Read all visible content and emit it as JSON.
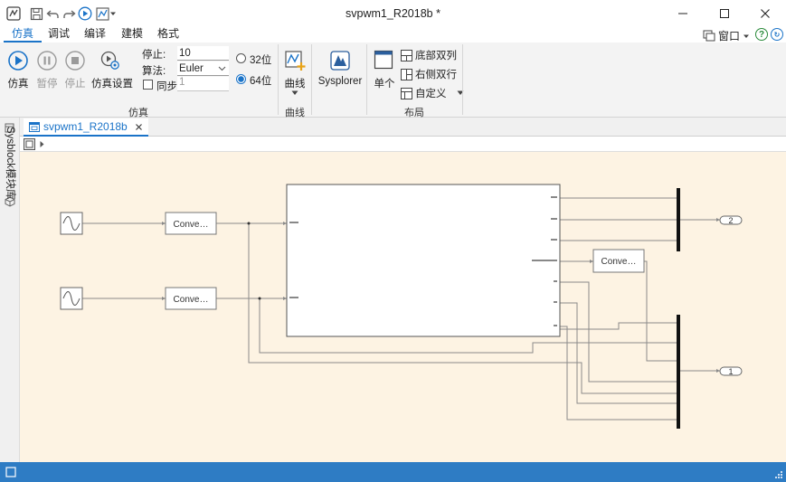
{
  "window": {
    "title": "svpwm1_R2018b *"
  },
  "menu": {
    "tabs": [
      "仿真",
      "调试",
      "编译",
      "建模",
      "格式"
    ],
    "window_label": "窗口"
  },
  "ribbon": {
    "simulate_group": {
      "label": "仿真",
      "simulate": "仿真",
      "pause": "暂停",
      "stop": "停止",
      "settings": "仿真设置",
      "stop_time_label": "停止:",
      "stop_time_value": "10",
      "algorithm_label": "算法:",
      "algorithm_value": "Euler",
      "sync_label": "同步",
      "sync_value": "1",
      "bits32": "32位",
      "bits64": "64位"
    },
    "curve_group": {
      "label": "曲线",
      "curve": "曲线"
    },
    "sysplorer": "Sysplorer",
    "layout_group": {
      "label": "布局",
      "single": "单个",
      "bottom_double": "底部双列",
      "right_double": "右侧双行",
      "custom": "自定义"
    }
  },
  "dock": {
    "left_label": "Sysblock模块库"
  },
  "document": {
    "tab_label": "svpwm1_R2018b"
  },
  "diagram": {
    "convert_label": "Conve…",
    "outport_top": "2",
    "outport_bottom": "1"
  },
  "colors": {
    "accent": "#1a73c8",
    "statusbar": "#2e7cc4",
    "canvas_bg": "#fdf3e3"
  }
}
